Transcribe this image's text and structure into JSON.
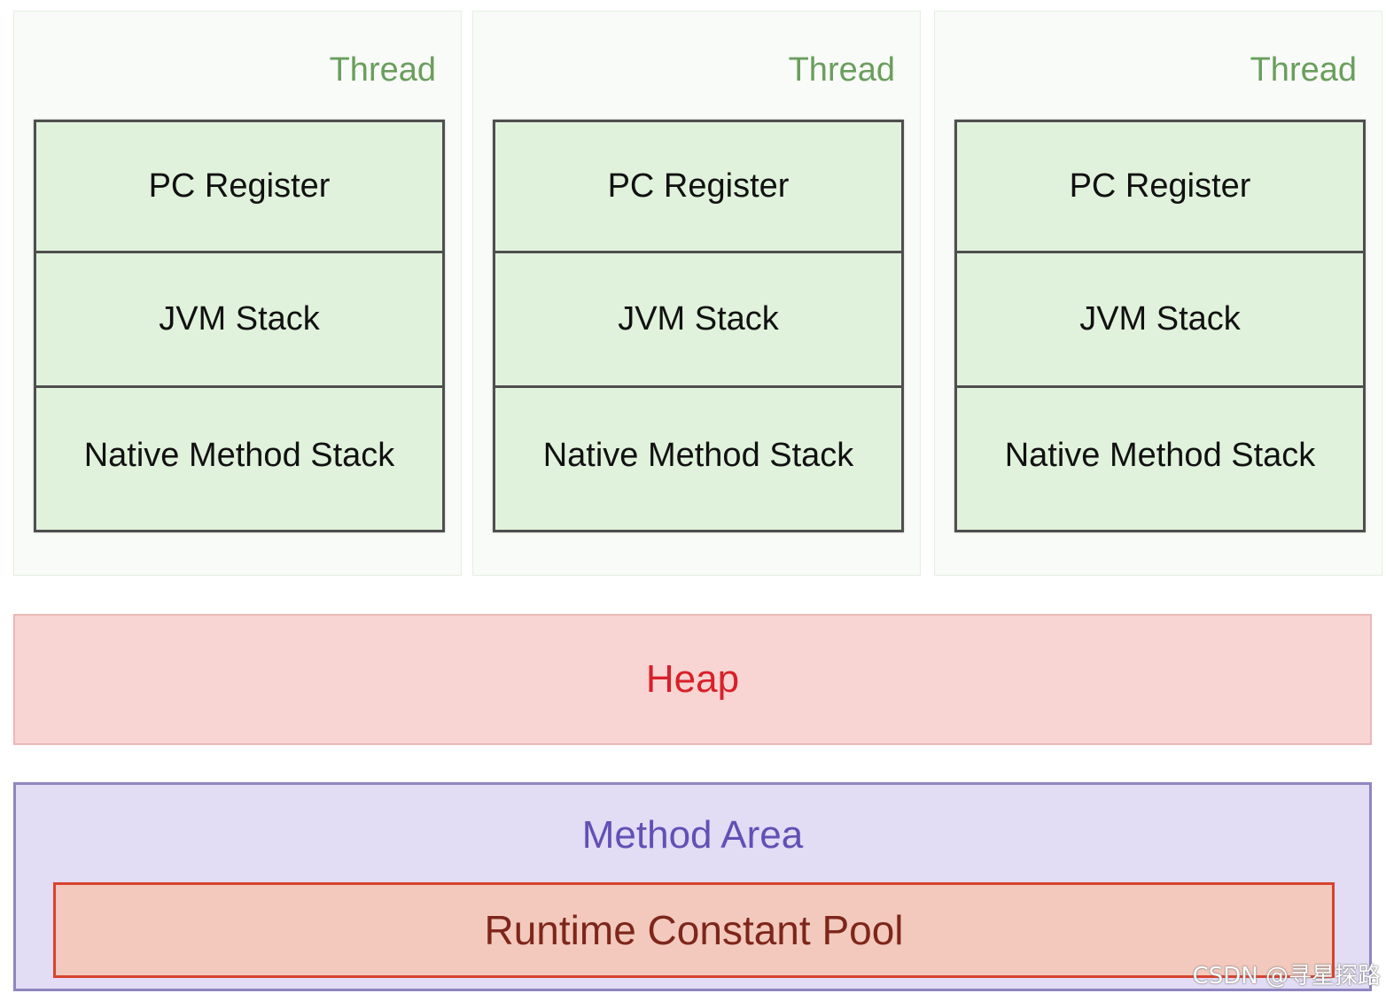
{
  "threads": [
    {
      "title": "Thread",
      "pc_register": "PC Register",
      "jvm_stack": "JVM Stack",
      "native_method_stack": "Native Method Stack"
    },
    {
      "title": "Thread",
      "pc_register": "PC Register",
      "jvm_stack": "JVM Stack",
      "native_method_stack": "Native Method Stack"
    },
    {
      "title": "Thread",
      "pc_register": "PC Register",
      "jvm_stack": "JVM Stack",
      "native_method_stack": "Native Method Stack"
    }
  ],
  "heap": {
    "label": "Heap"
  },
  "method_area": {
    "label": "Method Area",
    "runtime_constant_pool": "Runtime Constant Pool"
  },
  "watermark": "CSDN @寻星探路",
  "colors": {
    "thread_title": "#6a9e5d",
    "stack_cell_fill": "#e1f2dc",
    "heap_fill": "#f8d4d2",
    "heap_text": "#d8202a",
    "method_area_fill": "#e2dcf4",
    "method_area_text": "#6150b5",
    "pool_fill": "#f3c9bd",
    "pool_border": "#d8432e",
    "pool_text": "#7e261b"
  }
}
